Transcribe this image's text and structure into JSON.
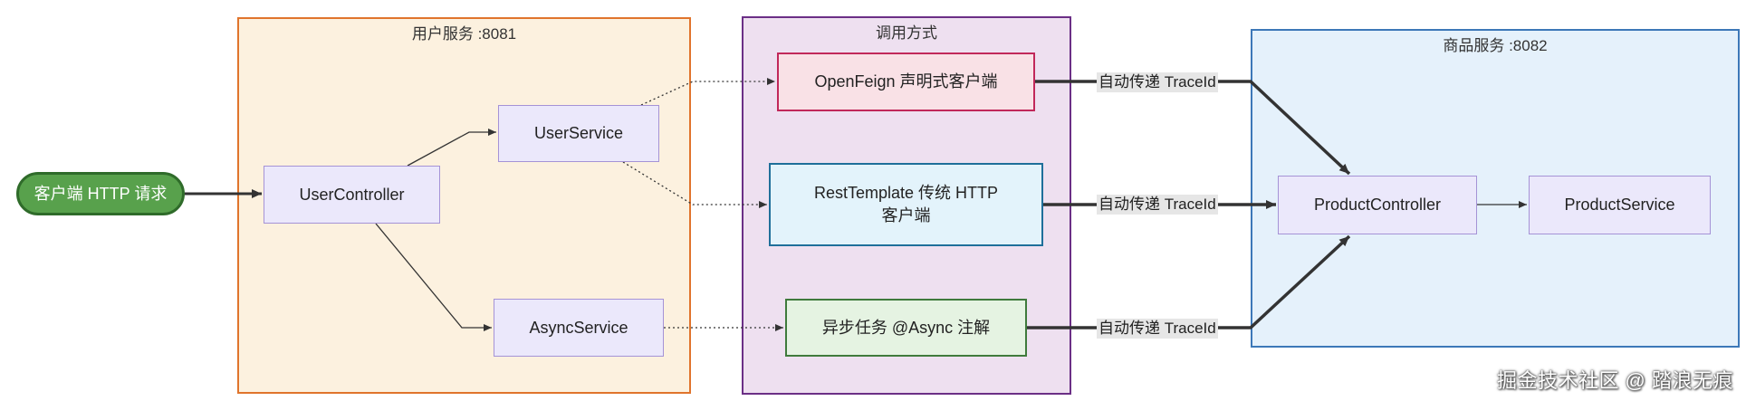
{
  "groups": {
    "user_service": "用户服务 :8081",
    "call_methods": "调用方式",
    "product_service": "商品服务 :8082"
  },
  "nodes": {
    "client": "客户端 HTTP 请求",
    "user_controller": "UserController",
    "user_service": "UserService",
    "async_service": "AsyncService",
    "openfeign": "OpenFeign 声明式客户端",
    "resttemplate_line1": "RestTemplate 传统 HTTP",
    "resttemplate_line2": "客户端",
    "async_task": "异步任务 @Async 注解",
    "product_controller": "ProductController",
    "product_service": "ProductService"
  },
  "edge_labels": {
    "feign": "自动传递 TraceId",
    "rest": "自动传递 TraceId",
    "async": "自动传递 TraceId"
  },
  "watermark": "掘金技术社区 @ 踏浪无痕",
  "colors": {
    "user_group_fill": "#fcf1df",
    "user_group_border": "#e0742c",
    "call_group_fill": "#eee0f0",
    "call_group_border": "#6b2f86",
    "product_group_fill": "#e5f1fb",
    "product_group_border": "#3d78b8",
    "client_fill": "#58a14c",
    "node_fill": "#ebe8fb"
  }
}
